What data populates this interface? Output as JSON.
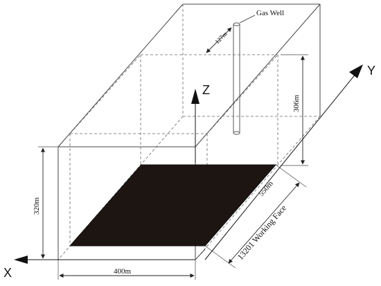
{
  "diagram": {
    "labels": {
      "gas_well": "Gas Well",
      "dist_127": "127m",
      "dim_306": "306m",
      "dim_320": "320m",
      "dim_400": "400m",
      "dim_550": "550m",
      "working_face": "13201 Working Face"
    },
    "axes": {
      "x": "X",
      "y": "Y",
      "z": "Z"
    },
    "colors": {
      "face_fill": "#1c1512",
      "line": "#333333"
    }
  }
}
